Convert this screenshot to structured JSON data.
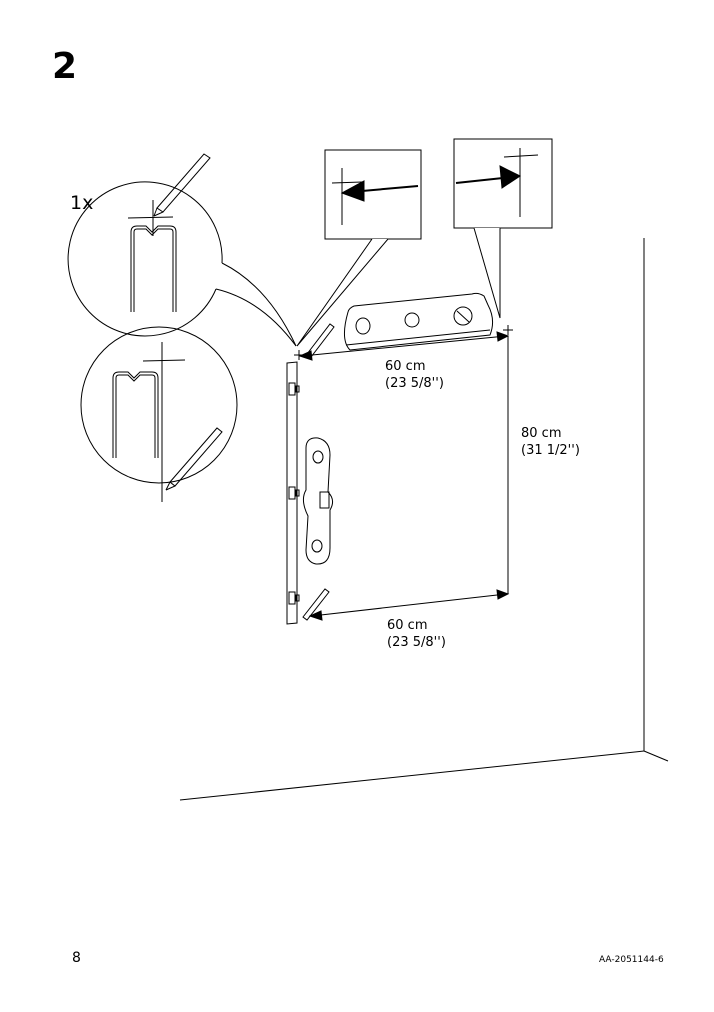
{
  "step": {
    "number": "2"
  },
  "callout": {
    "quantity": "1x"
  },
  "dimensions": {
    "top_width": {
      "metric": "60 cm",
      "imperial": "(23 5/8'')"
    },
    "height": {
      "metric": "80 cm",
      "imperial": "(31 1/2'')"
    },
    "bottom_width": {
      "metric": "60 cm",
      "imperial": "(23 5/8'')"
    }
  },
  "footer": {
    "page_number": "8",
    "document_code": "AA-2051144-6"
  }
}
